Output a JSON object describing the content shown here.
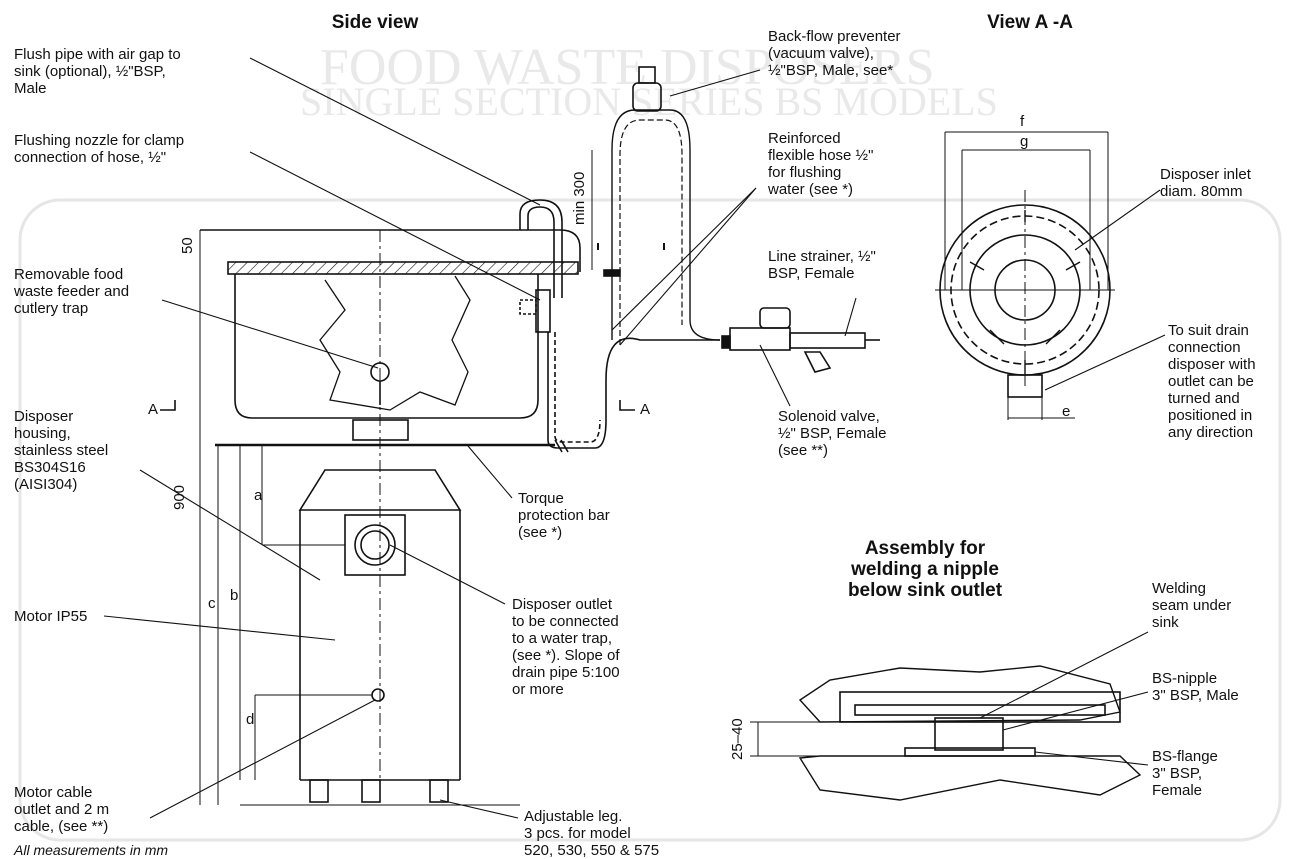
{
  "background_heading": {
    "line1": "FOOD WASTE DISPOSERS",
    "line2": "SINGLE SECTION SERIES BS MODELS"
  },
  "titles": {
    "side_view": "Side view",
    "view_aa": "View A -A",
    "assembly": "Assembly  for\nwelding a nipple\nbelow sink outlet"
  },
  "labels": {
    "flush_pipe": "Flush pipe with air gap to\nsink (optional), ½\"BSP,\nMale",
    "flushing_nozzle": "Flushing nozzle for clamp\nconnection of hose, ½\"",
    "removable_feeder": "Removable food\nwaste feeder and\ncutlery trap",
    "disposer_housing": "Disposer\nhousing,\nstainless steel\nBS304S16\n(AISI304)",
    "motor": "Motor IP55",
    "motor_cable": "Motor cable\noutlet and 2 m\ncable,  (see **)",
    "back_flow": "Back-flow preventer\n(vacuum valve),\n½\"BSP, Male, see*",
    "reinforced_hose": "Reinforced\nflexible hose ½\"\nfor flushing\nwater (see *)",
    "line_strainer": "Line strainer, ½\"\nBSP, Female",
    "solenoid": "Solenoid valve,\n½\" BSP, Female\n(see **)",
    "torque_bar": "Torque\nprotection bar\n(see *)",
    "disposer_outlet": "Disposer outlet\nto be connected\nto a water trap,\n(see *). Slope of\ndrain pipe 5:100\nor more",
    "adjustable_leg": "Adjustable leg.\n3 pcs. for model\n520, 530, 550 & 575",
    "disposer_inlet": "Disposer inlet\ndiam. 80mm",
    "drain_connection": "To suit drain\nconnection\ndisposer with\noutlet can be\nturned and\npositioned in\nany direction",
    "welding_seam": "Welding\nseam under\nsink",
    "bs_nipple": "BS-nipple\n3\" BSP, Male",
    "bs_flange": "BS-flange\n3\" BSP,\nFemale",
    "footnote": "All measurements in mm"
  },
  "dimensions": {
    "d50": "50",
    "d900": "900",
    "min300": "min 300",
    "a": "a",
    "b": "b",
    "c": "c",
    "d": "d",
    "e": "e",
    "f": "f",
    "g": "g",
    "range": "25–40",
    "section_a_left": "A",
    "section_a_right": "A"
  }
}
